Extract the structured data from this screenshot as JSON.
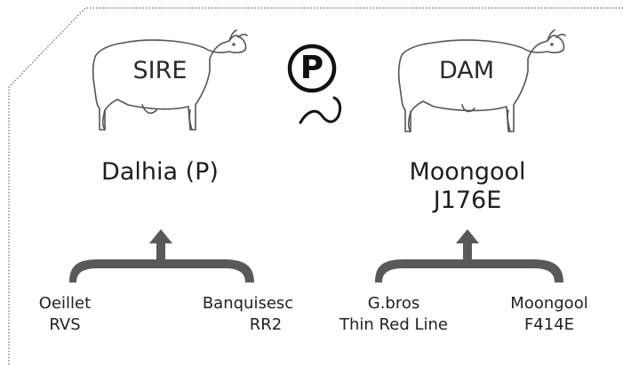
{
  "polled_symbol": "P",
  "sire": {
    "tag": "SIRE",
    "name": "Dalhia (P)",
    "grandsire": {
      "line1": "Oeillet",
      "line2": "RVS"
    },
    "granddam": {
      "line1": "Banquisesc",
      "line2": "RR2"
    }
  },
  "dam": {
    "tag": "DAM",
    "name_line1": "Moongool",
    "name_line2": "J176E",
    "grandsire": {
      "line1": "G.bros",
      "line2": "Thin Red Line"
    },
    "granddam": {
      "line1": "Moongool",
      "line2": "F414E"
    }
  },
  "colors": {
    "bracket": "#5a5a5a",
    "outline": "#555555",
    "border": "#666666"
  }
}
